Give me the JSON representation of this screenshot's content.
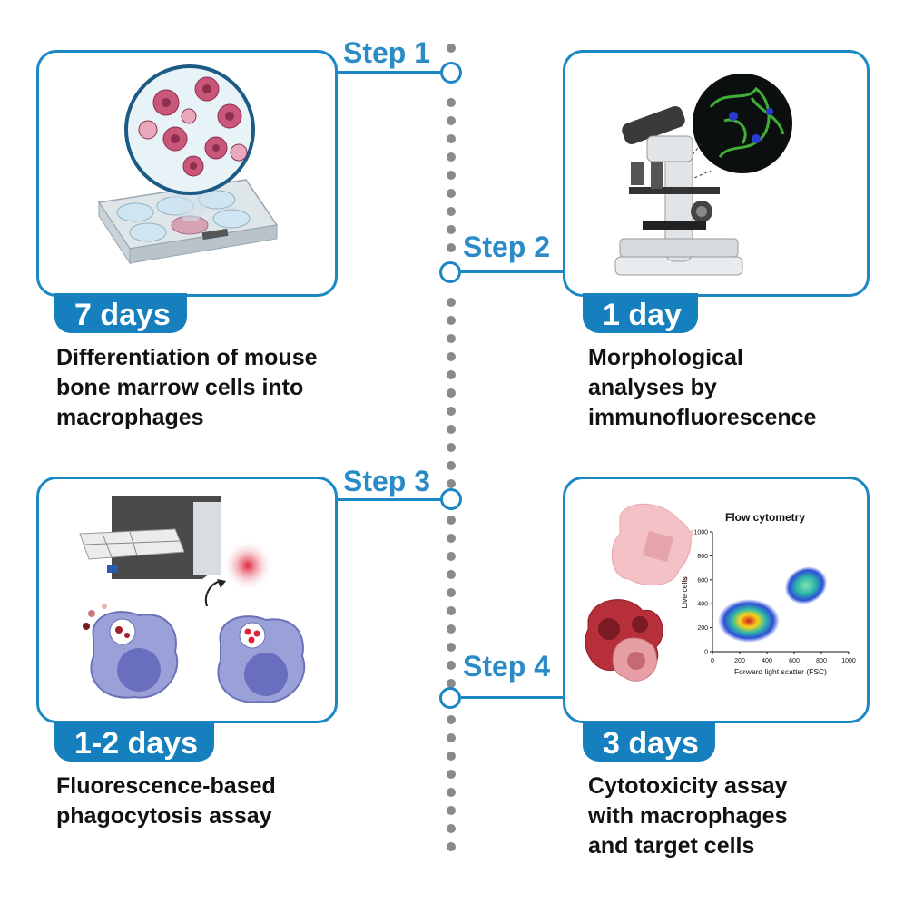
{
  "steps": [
    {
      "label": "Step 1",
      "duration": "7 days",
      "description": [
        "Differentiation of mouse",
        "bone marrow cells into",
        "macrophages"
      ]
    },
    {
      "label": "Step 2",
      "duration": "1 day",
      "description": [
        "Morphological",
        "analyses by",
        "immunofluorescence"
      ]
    },
    {
      "label": "Step 3",
      "duration": "1-2 days",
      "description": [
        "Fluorescence-based",
        "phagocytosis assay"
      ]
    },
    {
      "label": "Step 4",
      "duration": "3 days",
      "description": [
        "Cytotoxicity assay",
        "with macrophages",
        "and target cells"
      ]
    }
  ],
  "colors": {
    "accent": "#1b87c4",
    "tag": "#1580bd",
    "timeline": "#8a8a8a"
  },
  "flow_plot": {
    "title": "Flow cytometry",
    "xlabel": "Forward light scatter (FSC)",
    "ylabel": "Live cells",
    "xticks": [
      "0",
      "200",
      "400",
      "600",
      "800",
      "1000"
    ],
    "yticks": [
      "0",
      "200",
      "400",
      "600",
      "800",
      "1000"
    ]
  }
}
